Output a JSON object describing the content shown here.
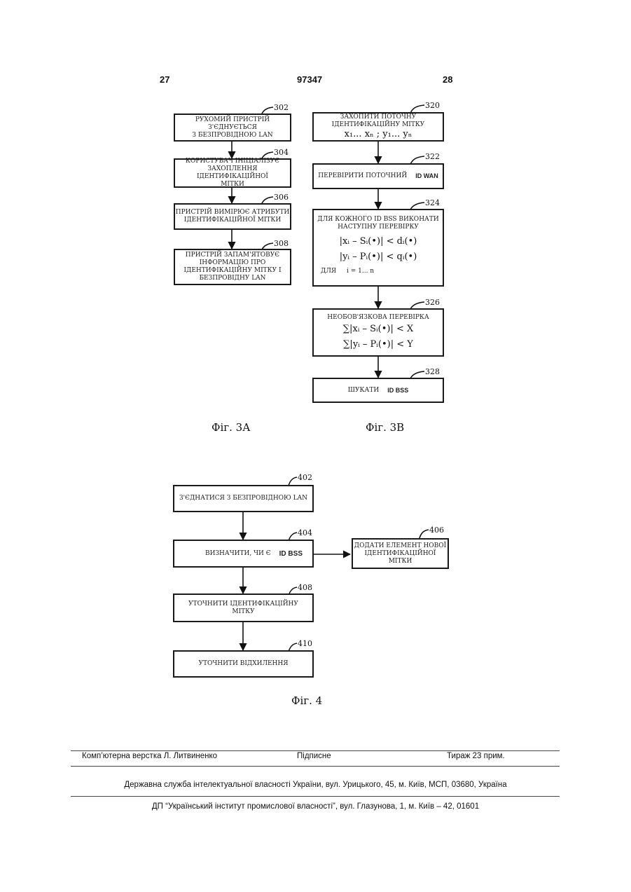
{
  "header": {
    "left_page": "27",
    "doc_number": "97347",
    "right_page": "28"
  },
  "fig3a": {
    "caption": "Фіг. 3А",
    "steps": [
      {
        "id": "302",
        "lines": [
          "РУХОМИЙ ПРИСТРІЙ З'ЄДНУЄТЬСЯ",
          "З БЕЗПРОВІДНОЮ LAN"
        ]
      },
      {
        "id": "304",
        "lines": [
          "КОРИСТУВАЧ ІНІЦІАЛІЗУЄ",
          "ЗАХОПЛЕННЯ ІДЕНТИФІКАЦІЙНОЇ",
          "МІТКИ"
        ]
      },
      {
        "id": "306",
        "lines": [
          "ПРИСТРІЙ ВИМІРЮЄ АТРИБУТИ",
          "ІДЕНТИФІКАЦІЙНОЇ МІТКИ"
        ]
      },
      {
        "id": "308",
        "lines": [
          "ПРИСТРІЙ ЗАПАМ'ЯТОВУЄ",
          "ІНФОРМАЦІЮ ПРО",
          "ІДЕНТИФІКАЦІЙНУ МІТКУ І",
          "БЕЗПРОВІДНУ LAN"
        ]
      }
    ]
  },
  "fig3b": {
    "caption": "Фіг. 3В",
    "s320": {
      "id": "320",
      "lines": [
        "ЗАХОПИТИ ПОТОЧНУ",
        "ІДЕНТИФІКАЦІЙНУ МІТКУ"
      ],
      "formula": "x₁... xₙ ; y₁... yₙ"
    },
    "s322": {
      "id": "322",
      "text": "ПЕРЕВІРИТИ ПОТОЧНИЙ",
      "code": "ID WAN"
    },
    "s324": {
      "id": "324",
      "lines": [
        "ДЛЯ КОЖНОГО ID BSS ВИКОНАТИ",
        "НАСТУПНУ ПЕРЕВІРКУ"
      ],
      "f1": "|xᵢ – Sᵢ(•)|  < dᵢ(•)",
      "f2": "|yᵢ – Pᵢ(•)|  < qᵢ(•)",
      "f3_label": "ДЛЯ",
      "f3": "i = 1... n"
    },
    "s326": {
      "id": "326",
      "text": "НЕОБОВ'ЯЗКОВА ПЕРЕВІРКА",
      "f1": "∑|xᵢ – Sᵢ(•)|  < X",
      "f2": "∑|yᵢ – Pᵢ(•)|  < Y"
    },
    "s328": {
      "id": "328",
      "text": "ШУКАТИ",
      "code": "ID BSS"
    }
  },
  "fig4": {
    "caption": "Фіг. 4",
    "s402": {
      "id": "402",
      "text": "З'ЄДНАТИСЯ З БЕЗПРОВІДНОЮ LAN"
    },
    "s404": {
      "id": "404",
      "text": "ВИЗНАЧИТИ, ЧИ Є",
      "code": "ID BSS"
    },
    "s406": {
      "id": "406",
      "lines": [
        "ДОДАТИ ЕЛЕМЕНТ НОВОЇ",
        "ІДЕНТИФІКАЦІЙНОЇ МІТКИ"
      ]
    },
    "s408": {
      "id": "408",
      "lines": [
        "УТОЧНИТИ ІДЕНТИФІКАЦІЙНУ",
        "МІТКУ"
      ]
    },
    "s410": {
      "id": "410",
      "text": "УТОЧНИТИ ВІДХИЛЕННЯ"
    }
  },
  "footer": {
    "layout": "Комп’ютерна верстка Л. Литвиненко",
    "signed": "Підписне",
    "print_run": "Тираж 23 прим.",
    "office": "Державна служба інтелектуальної власності України, вул. Урицького, 45, м. Київ, МСП, 03680, Україна",
    "institute": "ДП “Український інститут промислової власності”, вул. Глазунова, 1, м. Київ – 42, 01601"
  }
}
